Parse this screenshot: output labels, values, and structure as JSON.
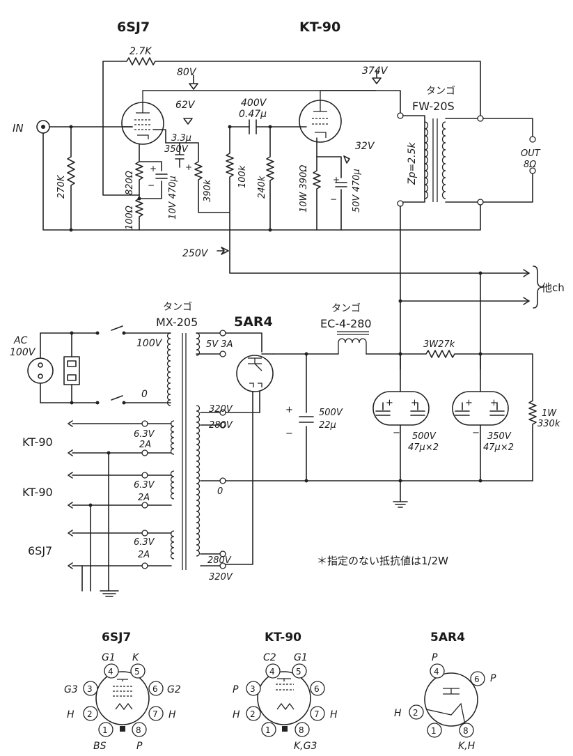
{
  "tubes": {
    "t1": "6SJ7",
    "t2": "KT-90",
    "t3": "5AR4"
  },
  "amp": {
    "in": "IN",
    "fb_res": "2.7K",
    "v80": "80V",
    "v62": "62V",
    "v374": "374V",
    "v32": "32V",
    "v400": "400V",
    "v250": "250V",
    "cpl_cap": "0.47μ",
    "c_scr_a": "3.3μ",
    "c_scr_b": "350V",
    "c_k1": "10V 470μ",
    "r270": "270K",
    "r820": "820Ω",
    "r100": "100Ω",
    "r390k": "390k",
    "r100k": "100k",
    "r240k": "240k",
    "r390k2": "10W 390Ω",
    "c_k2": "50V 470μ",
    "ot_brand": "タンゴ",
    "ot_model": "FW-20S",
    "zp": "Zp=2.5k",
    "out": "OUT",
    "out_ohm": "8Ω",
    "other": "他ch"
  },
  "psu": {
    "ac": "AC",
    "ac_v": "100V",
    "pt_brand": "タンゴ",
    "pt_model": "MX-205",
    "p100": "100V",
    "p0": "0",
    "s5v": "5V 3A",
    "s320a": "320V",
    "s280a": "280V",
    "s0": "0",
    "s280b": "280V",
    "s320b": "320V",
    "h1": "6.3V",
    "h1a": "2A",
    "h2": "6.3V",
    "h2a": "2A",
    "h3": "6.3V",
    "h3a": "2A",
    "kt1": "KT-90",
    "kt2": "KT-90",
    "sj": "6SJ7",
    "ch_brand": "タンゴ",
    "ch_model": "EC-4-280",
    "r27k": "3W27k",
    "c1a": "500V",
    "c1b": "22μ",
    "c2a": "500V",
    "c2b": "47μ×2",
    "c3a": "350V",
    "c3b": "47μ×2",
    "rbl_a": "1W",
    "rbl_b": "330k",
    "note": "＊指定のない抵抗値は1/2W"
  },
  "pins": {
    "sj7": {
      "title": "6SJ7",
      "g1": "G1",
      "k": "K",
      "g3": "G3",
      "g2": "G2",
      "h_l": "H",
      "h_r": "H",
      "bs": "BS",
      "p": "P",
      "n1": "1",
      "n2": "2",
      "n3": "3",
      "n4": "4",
      "n5": "5",
      "n6": "6",
      "n7": "7",
      "n8": "8"
    },
    "kt90": {
      "title": "KT-90",
      "c2": "C2",
      "g1": "G1",
      "p": "P",
      "h_l": "H",
      "h_r": "H",
      "kg3": "K,G3",
      "n1": "1",
      "n2": "2",
      "n3": "3",
      "n4": "4",
      "n5": "5",
      "n6": "6",
      "n7": "7",
      "n8": "8"
    },
    "ar4": {
      "title": "5AR4",
      "p_top": "P",
      "p_r": "P",
      "h": "H",
      "kh": "K,H",
      "n1": "1",
      "n2": "2",
      "n4": "4",
      "n6": "6",
      "n8": "8"
    }
  }
}
